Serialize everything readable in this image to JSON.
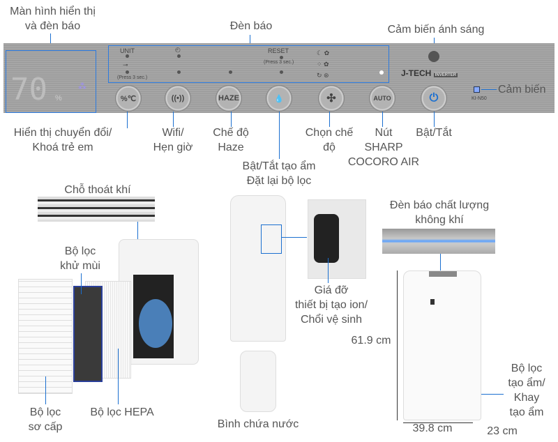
{
  "panel": {
    "display_value": "70",
    "display_unit": "%",
    "indicators": {
      "unit": "UNIT",
      "press1": "(Press 3 sec.)",
      "reset": "RESET",
      "press2": "(Press 3 sec.)"
    },
    "brand": "J-TECH",
    "brand_badge": "INVERTER",
    "model": "KI-N50",
    "buttons": [
      {
        "name": "display-toggle",
        "text": "%℃"
      },
      {
        "name": "wifi",
        "text": "((•))"
      },
      {
        "name": "haze",
        "text": "HAZE"
      },
      {
        "name": "humidify",
        "text": "💧"
      },
      {
        "name": "mode",
        "text": "✣"
      },
      {
        "name": "auto",
        "text": "AUTO"
      },
      {
        "name": "power",
        "text": "⏻"
      }
    ]
  },
  "labels": {
    "display": [
      "Màn hình hiển thị",
      "và đèn báo"
    ],
    "indicator": "Đèn báo",
    "light_sensor": "Cảm biến ánh sáng",
    "sensor": "Cảm biến",
    "display_toggle": [
      "Hiển thị chuyển đổi/",
      "Khoá trẻ em"
    ],
    "wifi": [
      "Wifi/",
      "Hẹn giờ"
    ],
    "haze": [
      "Chế độ",
      "Haze"
    ],
    "humidify": [
      "Bật/Tắt tạo ẩm",
      "Đặt lại bộ lọc"
    ],
    "mode": [
      "Chọn chế",
      "độ"
    ],
    "cocoro": [
      "Nút",
      "SHARP",
      "COCORO AIR"
    ],
    "power": "Bật/Tắt",
    "outlet": "Chỗ thoát khí",
    "deodorize": [
      "Bộ lọc",
      "khử mùi"
    ],
    "prefilter": [
      "Bộ lọc",
      "sơ cấp"
    ],
    "hepa": "Bộ lọc HEPA",
    "water_tank": "Bình chứa nước",
    "ion_holder": [
      "Giá đỡ",
      "thiết bị tạo ion/",
      "Chổi vệ sinh"
    ],
    "air_quality": [
      "Đèn báo chất lượng",
      "không khí"
    ],
    "height": "61.9 cm",
    "width": "39.8 cm",
    "depth": "23 cm",
    "humid_filter": [
      "Bộ lọc",
      "tạo ẩm/",
      "Khay",
      "tạo ẩm"
    ]
  },
  "colors": {
    "accent": "#1a6fd0"
  }
}
